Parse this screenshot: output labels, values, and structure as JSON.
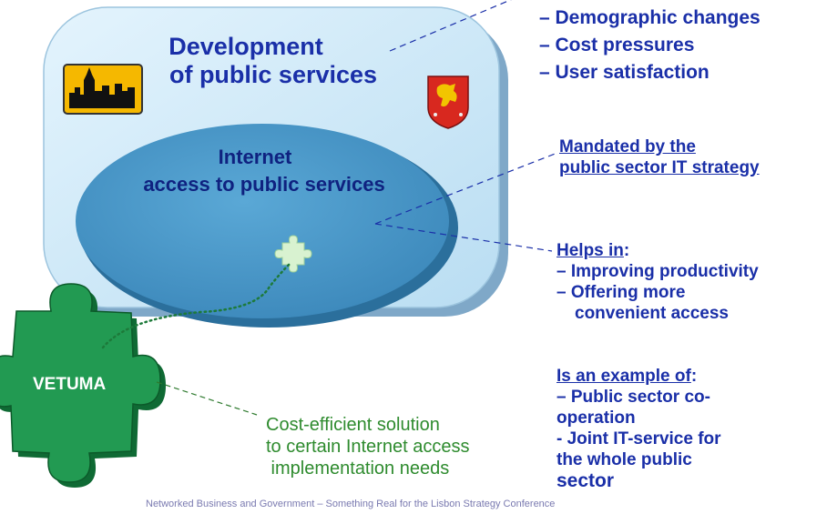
{
  "outer_box": {
    "title_lines": [
      "Development",
      "of public services"
    ]
  },
  "inner_ellipse": {
    "title_lines": [
      "Internet",
      "access to public services"
    ]
  },
  "drivers": {
    "items": [
      "– Demographic changes",
      "– Cost pressures",
      "– User satisfaction"
    ]
  },
  "mandate": {
    "heading_lines": [
      "Mandated by the",
      "public sector IT strategy"
    ]
  },
  "helps": {
    "heading": "Helps in",
    "colon": ":",
    "items": [
      "– Improving productivity",
      "– Offering more",
      "convenient access"
    ]
  },
  "example": {
    "heading": "Is an example of",
    "colon": ":",
    "items": [
      "– Public sector co-",
      "operation",
      "- Joint IT-service for",
      "the whole public",
      "sector"
    ]
  },
  "vetuma": {
    "label": "VETUMA",
    "caption_lines": [
      "Cost-efficient solution",
      "to certain Internet access",
      " implementation needs"
    ]
  },
  "footer": {
    "text": "Networked Business and Government – Something Real for the Lisbon Strategy Conference"
  },
  "colors": {
    "text_blue": "#1a2fa8",
    "outer_fill": "#cdeaf8",
    "ellipse_fill": "#4a9bcb",
    "puzzle_green": "#1f8a4a",
    "caption_green": "#2e8b2e"
  },
  "icons": [
    "city-skyline-icon",
    "finnish-coat-of-arms-icon",
    "puzzle-piece-icon"
  ]
}
